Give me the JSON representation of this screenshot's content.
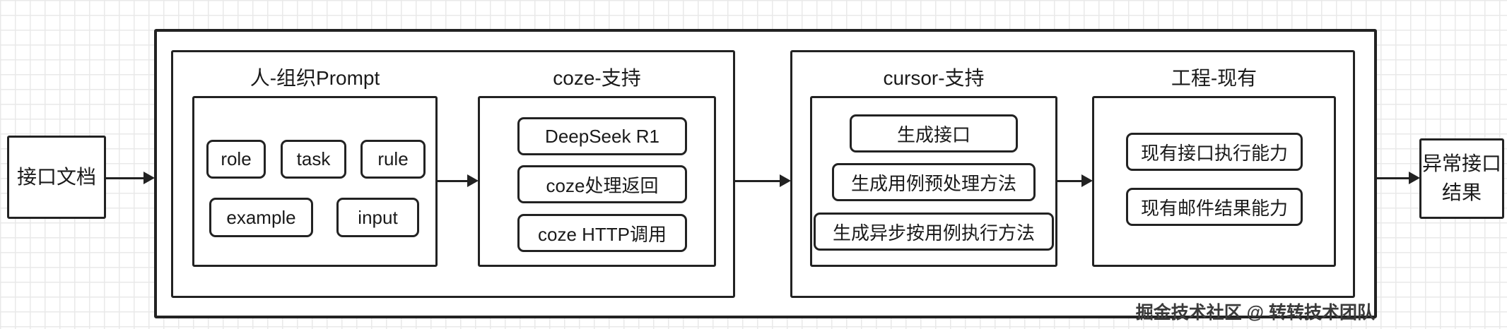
{
  "watermark": "掘金技术社区 @ 转转技术团队",
  "input_node": {
    "label": "接口文档"
  },
  "output_node": {
    "label_line1": "异常接口",
    "label_line2": "结果"
  },
  "prompt_group": {
    "title": "人-组织Prompt",
    "chips": [
      "role",
      "task",
      "rule",
      "example",
      "input"
    ]
  },
  "coze_group": {
    "title": "coze-支持",
    "items": [
      "DeepSeek R1",
      "coze处理返回",
      "coze HTTP调用"
    ]
  },
  "cursor_group": {
    "title": "cursor-支持",
    "items": [
      "生成接口",
      "生成用例预处理方法",
      "生成异步按用例执行方法"
    ]
  },
  "engineering_group": {
    "title": "工程-现有",
    "items": [
      "现有接口执行能力",
      "现有邮件结果能力"
    ]
  }
}
